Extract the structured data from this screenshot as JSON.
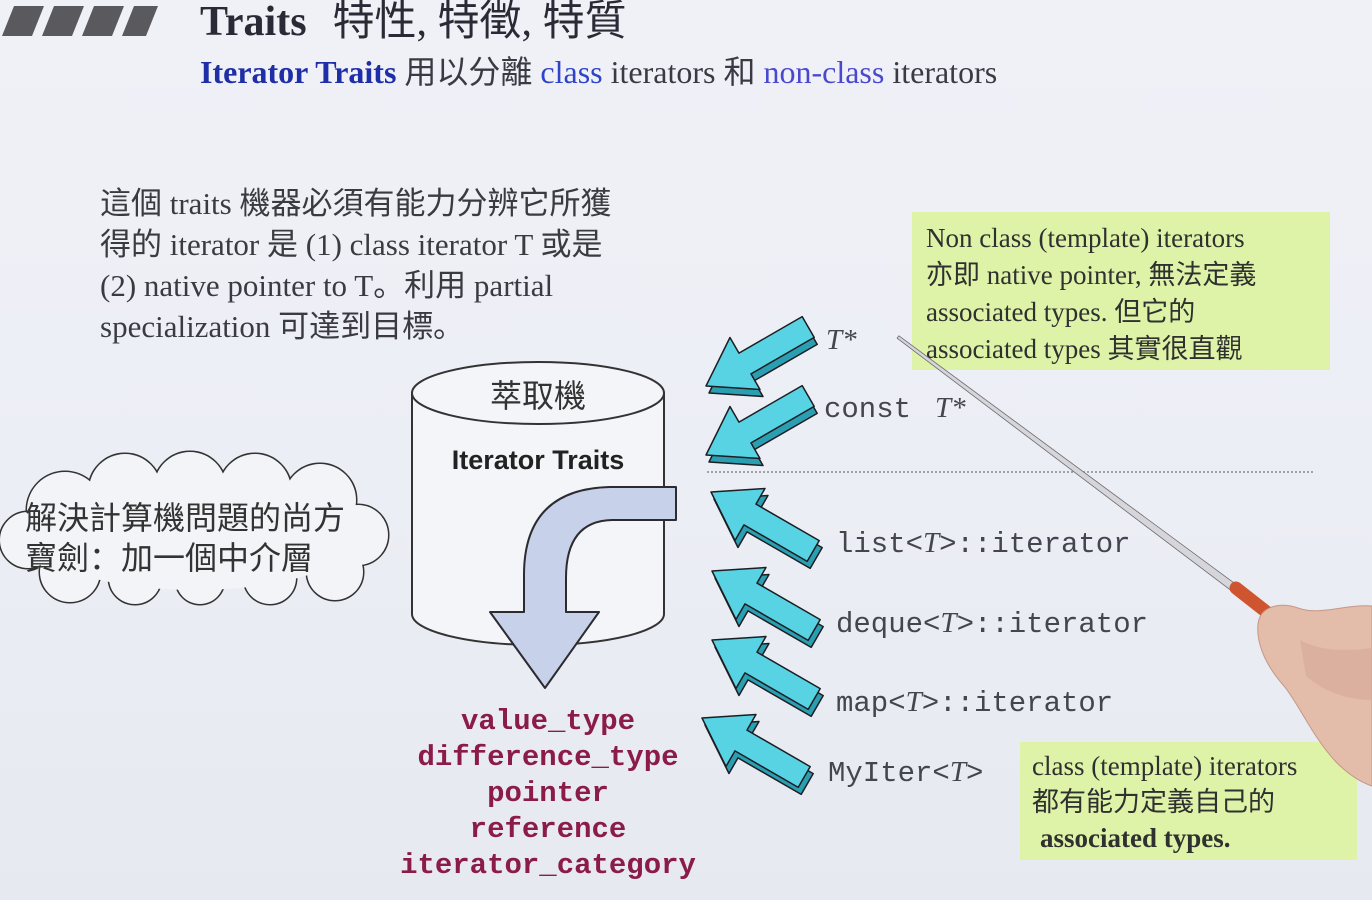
{
  "header": {
    "title": "Traits",
    "title_zh": "特性, 特徵, 特質",
    "subtitle": {
      "highlight": "Iterator Traits",
      "verb": "用以分離",
      "class_word": "class",
      "middle": "iterators 和",
      "nonclass_word": "non-class",
      "tail": "iterators"
    }
  },
  "description": {
    "lines": [
      "這個 traits 機器必須有能力分辨它所獲",
      "得的 iterator 是 (1) class iterator T 或是",
      "(2) native pointer to T。利用 partial",
      "specialization 可達到目標。"
    ]
  },
  "note_non_class": {
    "lines": [
      "Non class (template) iterators",
      "亦即 native pointer, 無法定義",
      "associated types. 但它的",
      "associated types 其實很直觀"
    ]
  },
  "machine": {
    "label": "萃取機",
    "name": "Iterator Traits"
  },
  "cloud": {
    "lines": [
      "解決計算機問題的尚方",
      "寶劍：加一個中介層"
    ]
  },
  "associated_types": [
    "value_type",
    "difference_type",
    "pointer",
    "reference",
    "iterator_category"
  ],
  "non_class_iterators": [
    {
      "type": "T*"
    },
    {
      "prefix": "const",
      "type": "T*"
    }
  ],
  "class_iterators": [
    {
      "prefix": "list<",
      "type": "T",
      "suffix": ">::iterator"
    },
    {
      "prefix": "deque<",
      "type": "T",
      "suffix": ">::iterator"
    },
    {
      "prefix": "map<",
      "type": "T",
      "suffix": ">::iterator"
    },
    {
      "prefix": "MyIter<",
      "type": "T",
      "suffix": ">"
    }
  ],
  "note_class": {
    "lines": [
      "class (template) iterators",
      "都有能力定義自己的"
    ],
    "emphasis": "associated types."
  },
  "colors": {
    "background": "#eceef5",
    "text": "#363640",
    "title": "#2a2a36",
    "accent_blue": "#1e2ea6",
    "class_blue": "#2e44c9",
    "nonclass_blue": "#4a48cf",
    "maroon": "#8b1c48",
    "note_green": "#def3a7",
    "arrow_cyan": "#58d3e4",
    "arrow_cyan_dark": "#2b9fb2",
    "machine_arrow": "#c7d2ea"
  },
  "icons": {
    "header_bars": "title-bars-icon",
    "machine_arrow": "curved-down-arrow-icon",
    "non_class_arrows": "arrow-down-left-icon",
    "class_arrows": "arrow-up-left-icon"
  }
}
